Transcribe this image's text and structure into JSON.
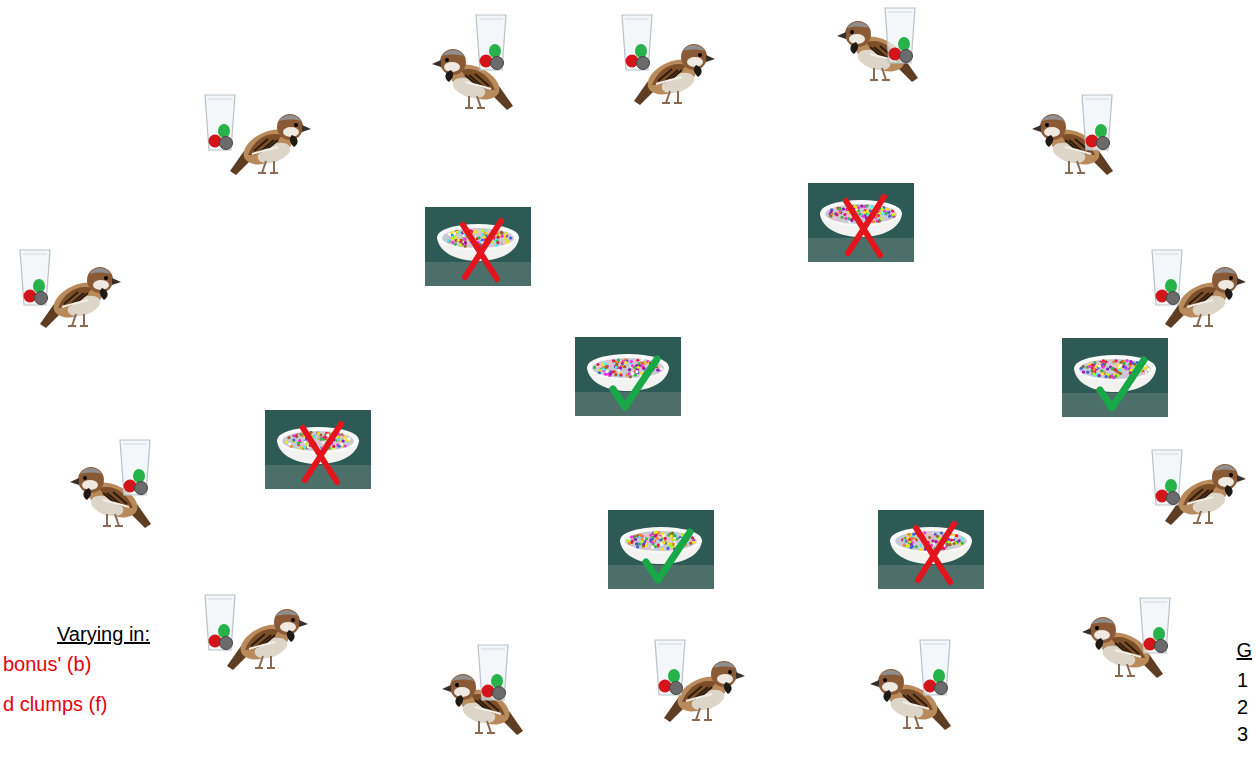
{
  "diagram": {
    "labels": [
      "Varying in:",
      "bonus' (b)",
      "d clumps (f)",
      "G",
      "1",
      "2",
      "3"
    ]
  }
}
